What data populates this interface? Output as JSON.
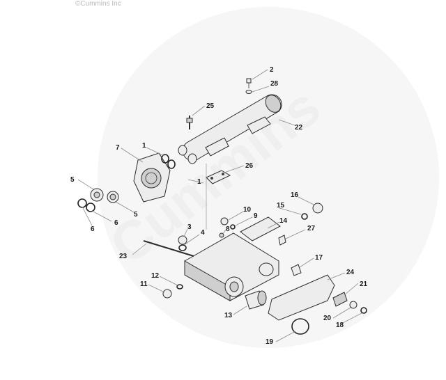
{
  "copyright": "©Cummins Inc",
  "watermark": {
    "brand": "Cummins",
    "color": "#efefef"
  },
  "callouts": [
    "2",
    "28",
    "25",
    "22",
    "7",
    "1",
    "26",
    "5",
    "5",
    "6",
    "6",
    "1",
    "16",
    "10",
    "9",
    "15",
    "3",
    "8",
    "14",
    "27",
    "4",
    "23",
    "17",
    "12",
    "24",
    "11",
    "21",
    "13",
    "20",
    "18",
    "19"
  ]
}
